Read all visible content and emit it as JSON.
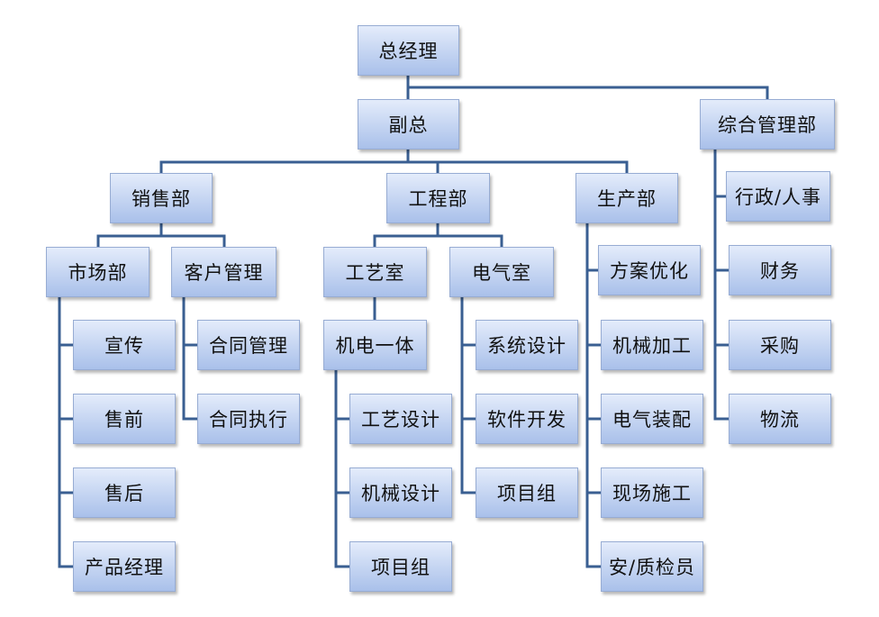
{
  "org_chart": {
    "nodes": [
      {
        "id": "ceo",
        "label": "总经理"
      },
      {
        "id": "vp",
        "label": "副总"
      },
      {
        "id": "admin",
        "label": "综合管理部"
      },
      {
        "id": "sales",
        "label": "销售部"
      },
      {
        "id": "eng",
        "label": "工程部"
      },
      {
        "id": "prod",
        "label": "生产部"
      },
      {
        "id": "market",
        "label": "市场部"
      },
      {
        "id": "customer",
        "label": "客户管理"
      },
      {
        "id": "process-room",
        "label": "工艺室"
      },
      {
        "id": "electrical-room",
        "label": "电气室"
      },
      {
        "id": "promo",
        "label": "宣传"
      },
      {
        "id": "presale",
        "label": "售前"
      },
      {
        "id": "aftersale",
        "label": "售后"
      },
      {
        "id": "pm",
        "label": "产品经理"
      },
      {
        "id": "contract-mgmt",
        "label": "合同管理"
      },
      {
        "id": "contract-exec",
        "label": "合同执行"
      },
      {
        "id": "mechatronics",
        "label": "机电一体"
      },
      {
        "id": "process-design",
        "label": "工艺设计"
      },
      {
        "id": "mech-design",
        "label": "机械设计"
      },
      {
        "id": "eng-project-team",
        "label": "项目组"
      },
      {
        "id": "system-design",
        "label": "系统设计"
      },
      {
        "id": "software-dev",
        "label": "软件开发"
      },
      {
        "id": "elec-project-team",
        "label": "项目组"
      },
      {
        "id": "solution-opt",
        "label": "方案优化"
      },
      {
        "id": "machining",
        "label": "机械加工"
      },
      {
        "id": "elec-assembly",
        "label": "电气装配"
      },
      {
        "id": "onsite",
        "label": "现场施工"
      },
      {
        "id": "safety-qc",
        "label": "安/质检员"
      },
      {
        "id": "admin-hr",
        "label": "行政/人事"
      },
      {
        "id": "finance",
        "label": "财务"
      },
      {
        "id": "purchasing",
        "label": "采购"
      },
      {
        "id": "logistics",
        "label": "物流"
      }
    ],
    "links": [
      [
        "ceo",
        "vp"
      ],
      [
        "ceo",
        "admin"
      ],
      [
        "vp",
        "sales"
      ],
      [
        "vp",
        "eng"
      ],
      [
        "vp",
        "prod"
      ],
      [
        "sales",
        "market"
      ],
      [
        "sales",
        "customer"
      ],
      [
        "eng",
        "process-room"
      ],
      [
        "eng",
        "electrical-room"
      ],
      [
        "market",
        "promo"
      ],
      [
        "market",
        "presale"
      ],
      [
        "market",
        "aftersale"
      ],
      [
        "market",
        "pm"
      ],
      [
        "customer",
        "contract-mgmt"
      ],
      [
        "customer",
        "contract-exec"
      ],
      [
        "process-room",
        "mechatronics"
      ],
      [
        "mechatronics",
        "process-design"
      ],
      [
        "mechatronics",
        "mech-design"
      ],
      [
        "mechatronics",
        "eng-project-team"
      ],
      [
        "electrical-room",
        "system-design"
      ],
      [
        "electrical-room",
        "software-dev"
      ],
      [
        "electrical-room",
        "elec-project-team"
      ],
      [
        "prod",
        "solution-opt"
      ],
      [
        "prod",
        "machining"
      ],
      [
        "prod",
        "elec-assembly"
      ],
      [
        "prod",
        "onsite"
      ],
      [
        "prod",
        "safety-qc"
      ],
      [
        "admin",
        "admin-hr"
      ],
      [
        "admin",
        "finance"
      ],
      [
        "admin",
        "purchasing"
      ],
      [
        "admin",
        "logistics"
      ]
    ]
  }
}
